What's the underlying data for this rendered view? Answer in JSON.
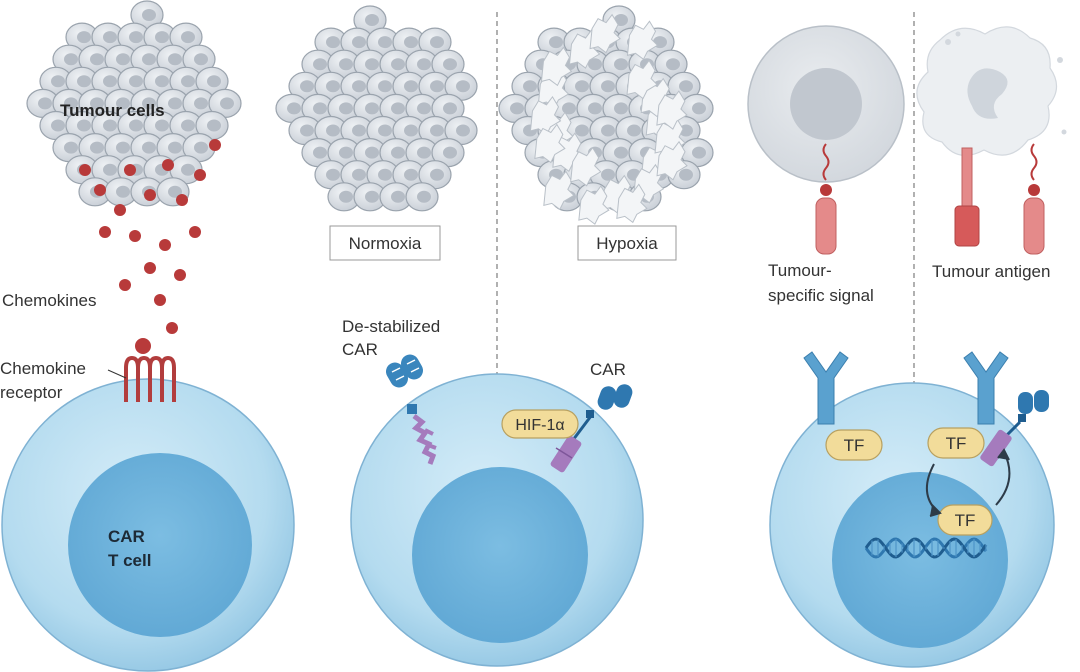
{
  "panel1": {
    "tumour_cells": "Tumour cells",
    "chemokines": "Chemokines",
    "chemokine_receptor_line1": "Chemokine",
    "chemokine_receptor_line2": "receptor",
    "car_t_line1": "CAR",
    "car_t_line2": "T cell"
  },
  "panel2": {
    "normoxia": "Normoxia",
    "hypoxia": "Hypoxia",
    "destabilized_line1": "De-stabilized",
    "destabilized_line2": "CAR",
    "car": "CAR",
    "hif": "HIF-1α"
  },
  "panel3": {
    "tumour_specific_line1": "Tumour-",
    "tumour_specific_line2": "specific signal",
    "tumour_antigen": "Tumour antigen",
    "tf": "TF"
  },
  "colors": {
    "cell_blue": "#a9d3ea",
    "nucleus_blue": "#6fb3db",
    "tumour_grey": "#d9dde3",
    "chemokine_red": "#b83a3a",
    "receptor_red": "#d24a4a",
    "car_blue": "#2f78b0",
    "purple": "#a57bbd",
    "tf_yellow": "#f2dc9a",
    "antigen_pink": "#e48a8a"
  }
}
